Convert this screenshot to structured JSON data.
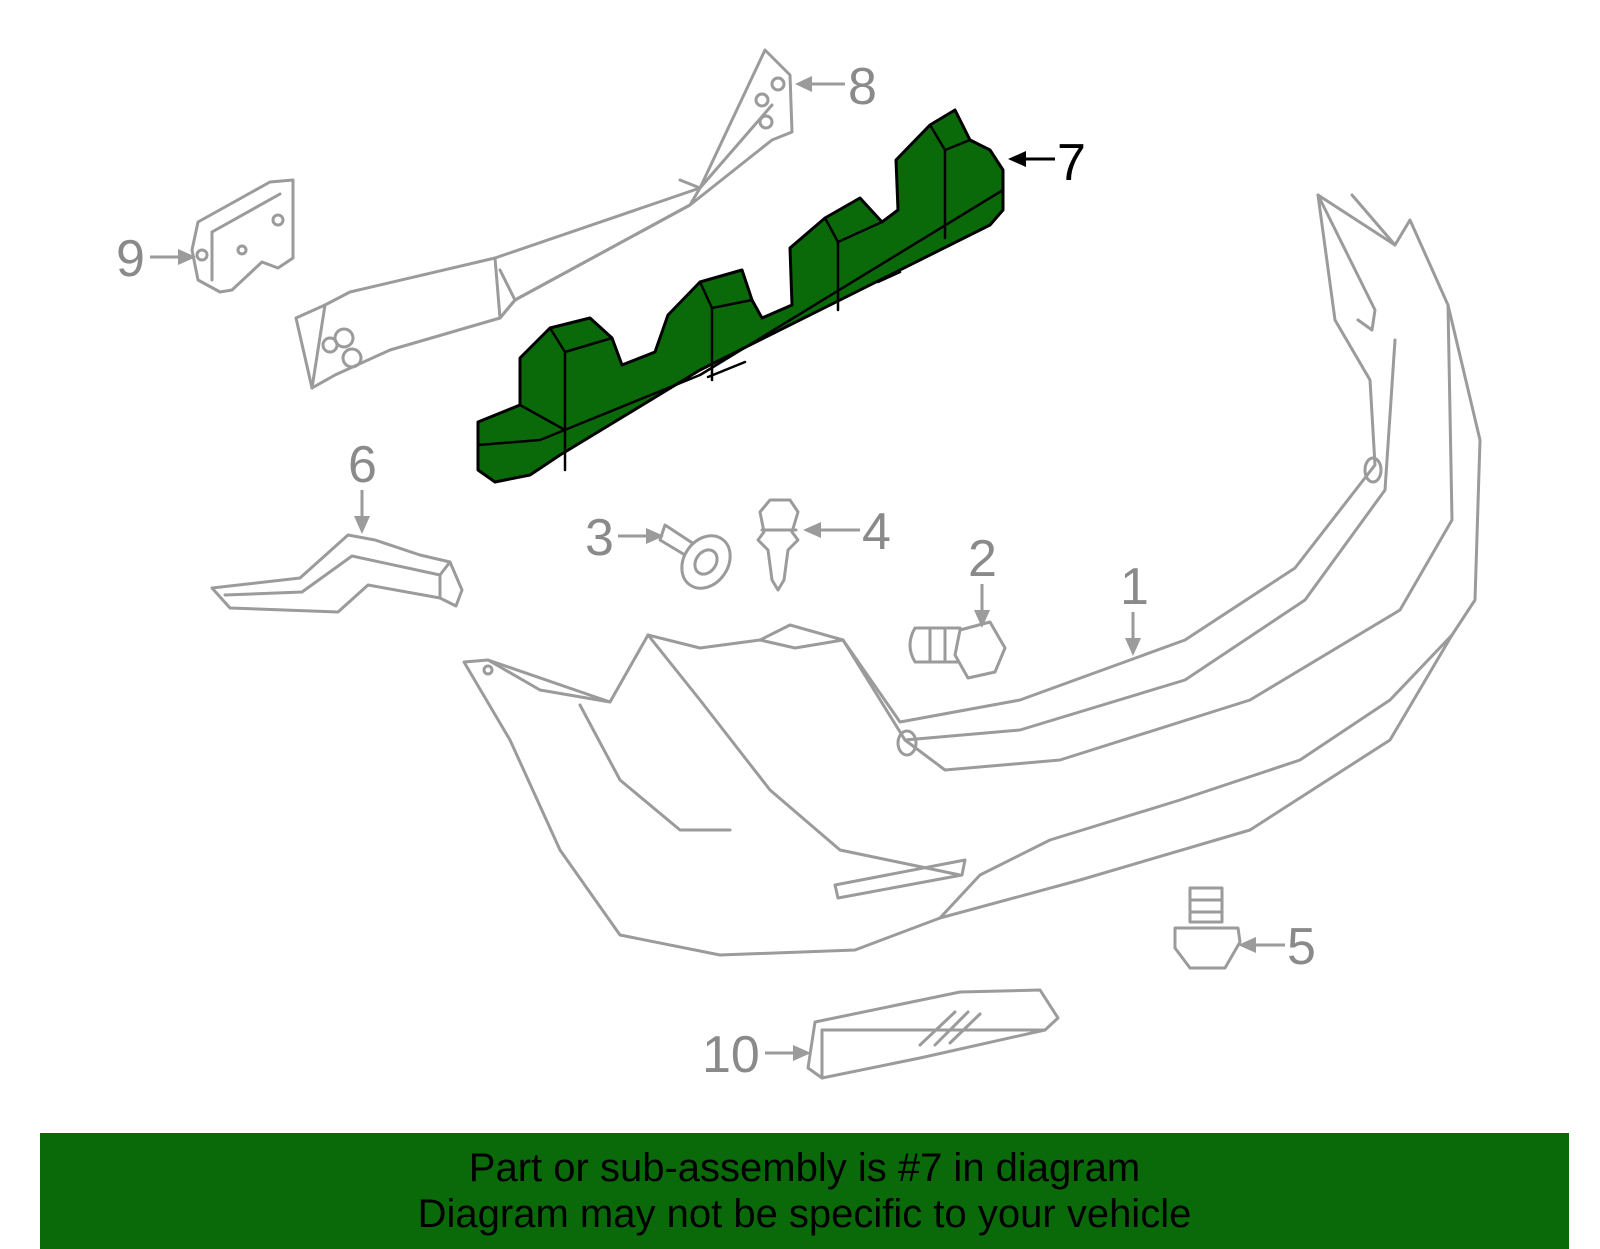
{
  "callouts": {
    "c1": "1",
    "c2": "2",
    "c3": "3",
    "c4": "4",
    "c5": "5",
    "c6": "6",
    "c7": "7",
    "c8": "8",
    "c9": "9",
    "c10": "10"
  },
  "highlighted_part": "7",
  "colors": {
    "highlight": "#0a6a0a",
    "outline": "#9b9b9b",
    "banner": "#0a6a0a"
  },
  "banner": {
    "line1": "Part or sub-assembly is #7 in diagram",
    "line2": "Diagram may not be specific to your vehicle"
  }
}
